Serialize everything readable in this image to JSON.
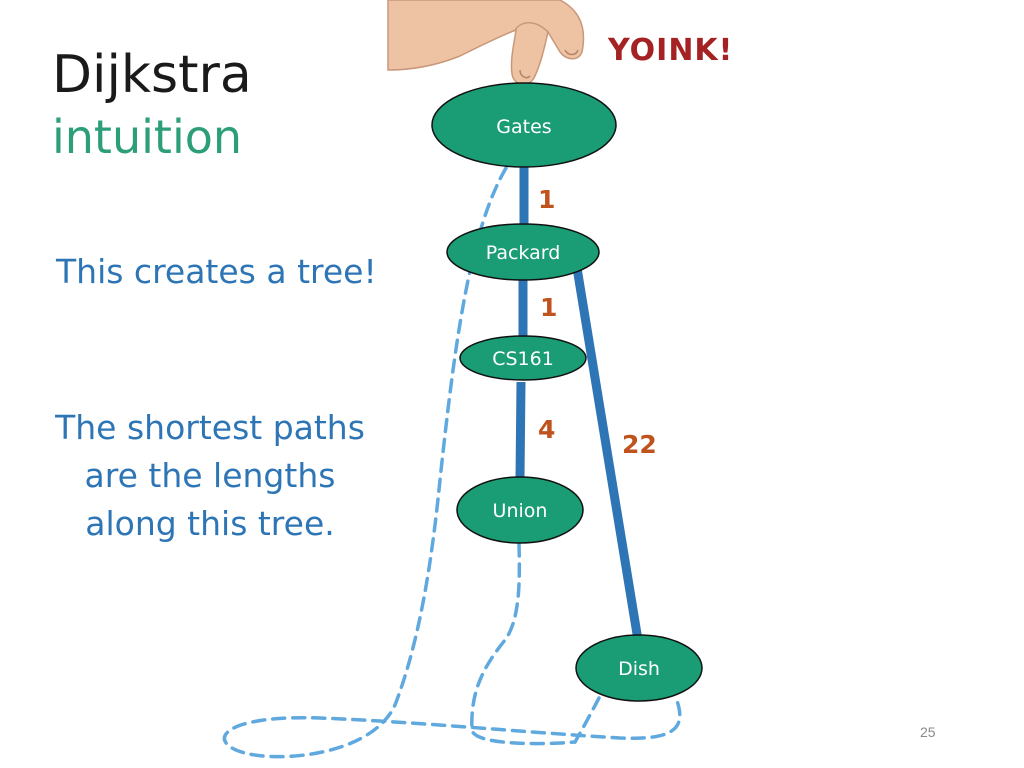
{
  "title": "Dijkstra",
  "subtitle": "intuition",
  "text_tree": "This creates a tree!",
  "text_paths": [
    "The shortest paths",
    "are the lengths",
    "along this tree."
  ],
  "exclamation": "YOINK!",
  "slide_number": "25",
  "nodes": {
    "gates": "Gates",
    "packard": "Packard",
    "cs161": "CS161",
    "union": "Union",
    "dish": "Dish"
  },
  "edges": [
    {
      "from": "Gates",
      "to": "Packard",
      "weight": "1"
    },
    {
      "from": "Packard",
      "to": "CS161",
      "weight": "1"
    },
    {
      "from": "CS161",
      "to": "Union",
      "weight": "4"
    },
    {
      "from": "Packard",
      "to": "Dish",
      "weight": "22"
    }
  ],
  "colors": {
    "node_fill": "#1a9c74",
    "edge": "#2e75b6",
    "string": "#5fa9de",
    "weight": "#c0521e",
    "title_accent": "#2d9e7a",
    "body_text": "#2e75b6",
    "yoink": "#a52224"
  },
  "icons": {
    "hand": "hand-pinching-icon"
  }
}
